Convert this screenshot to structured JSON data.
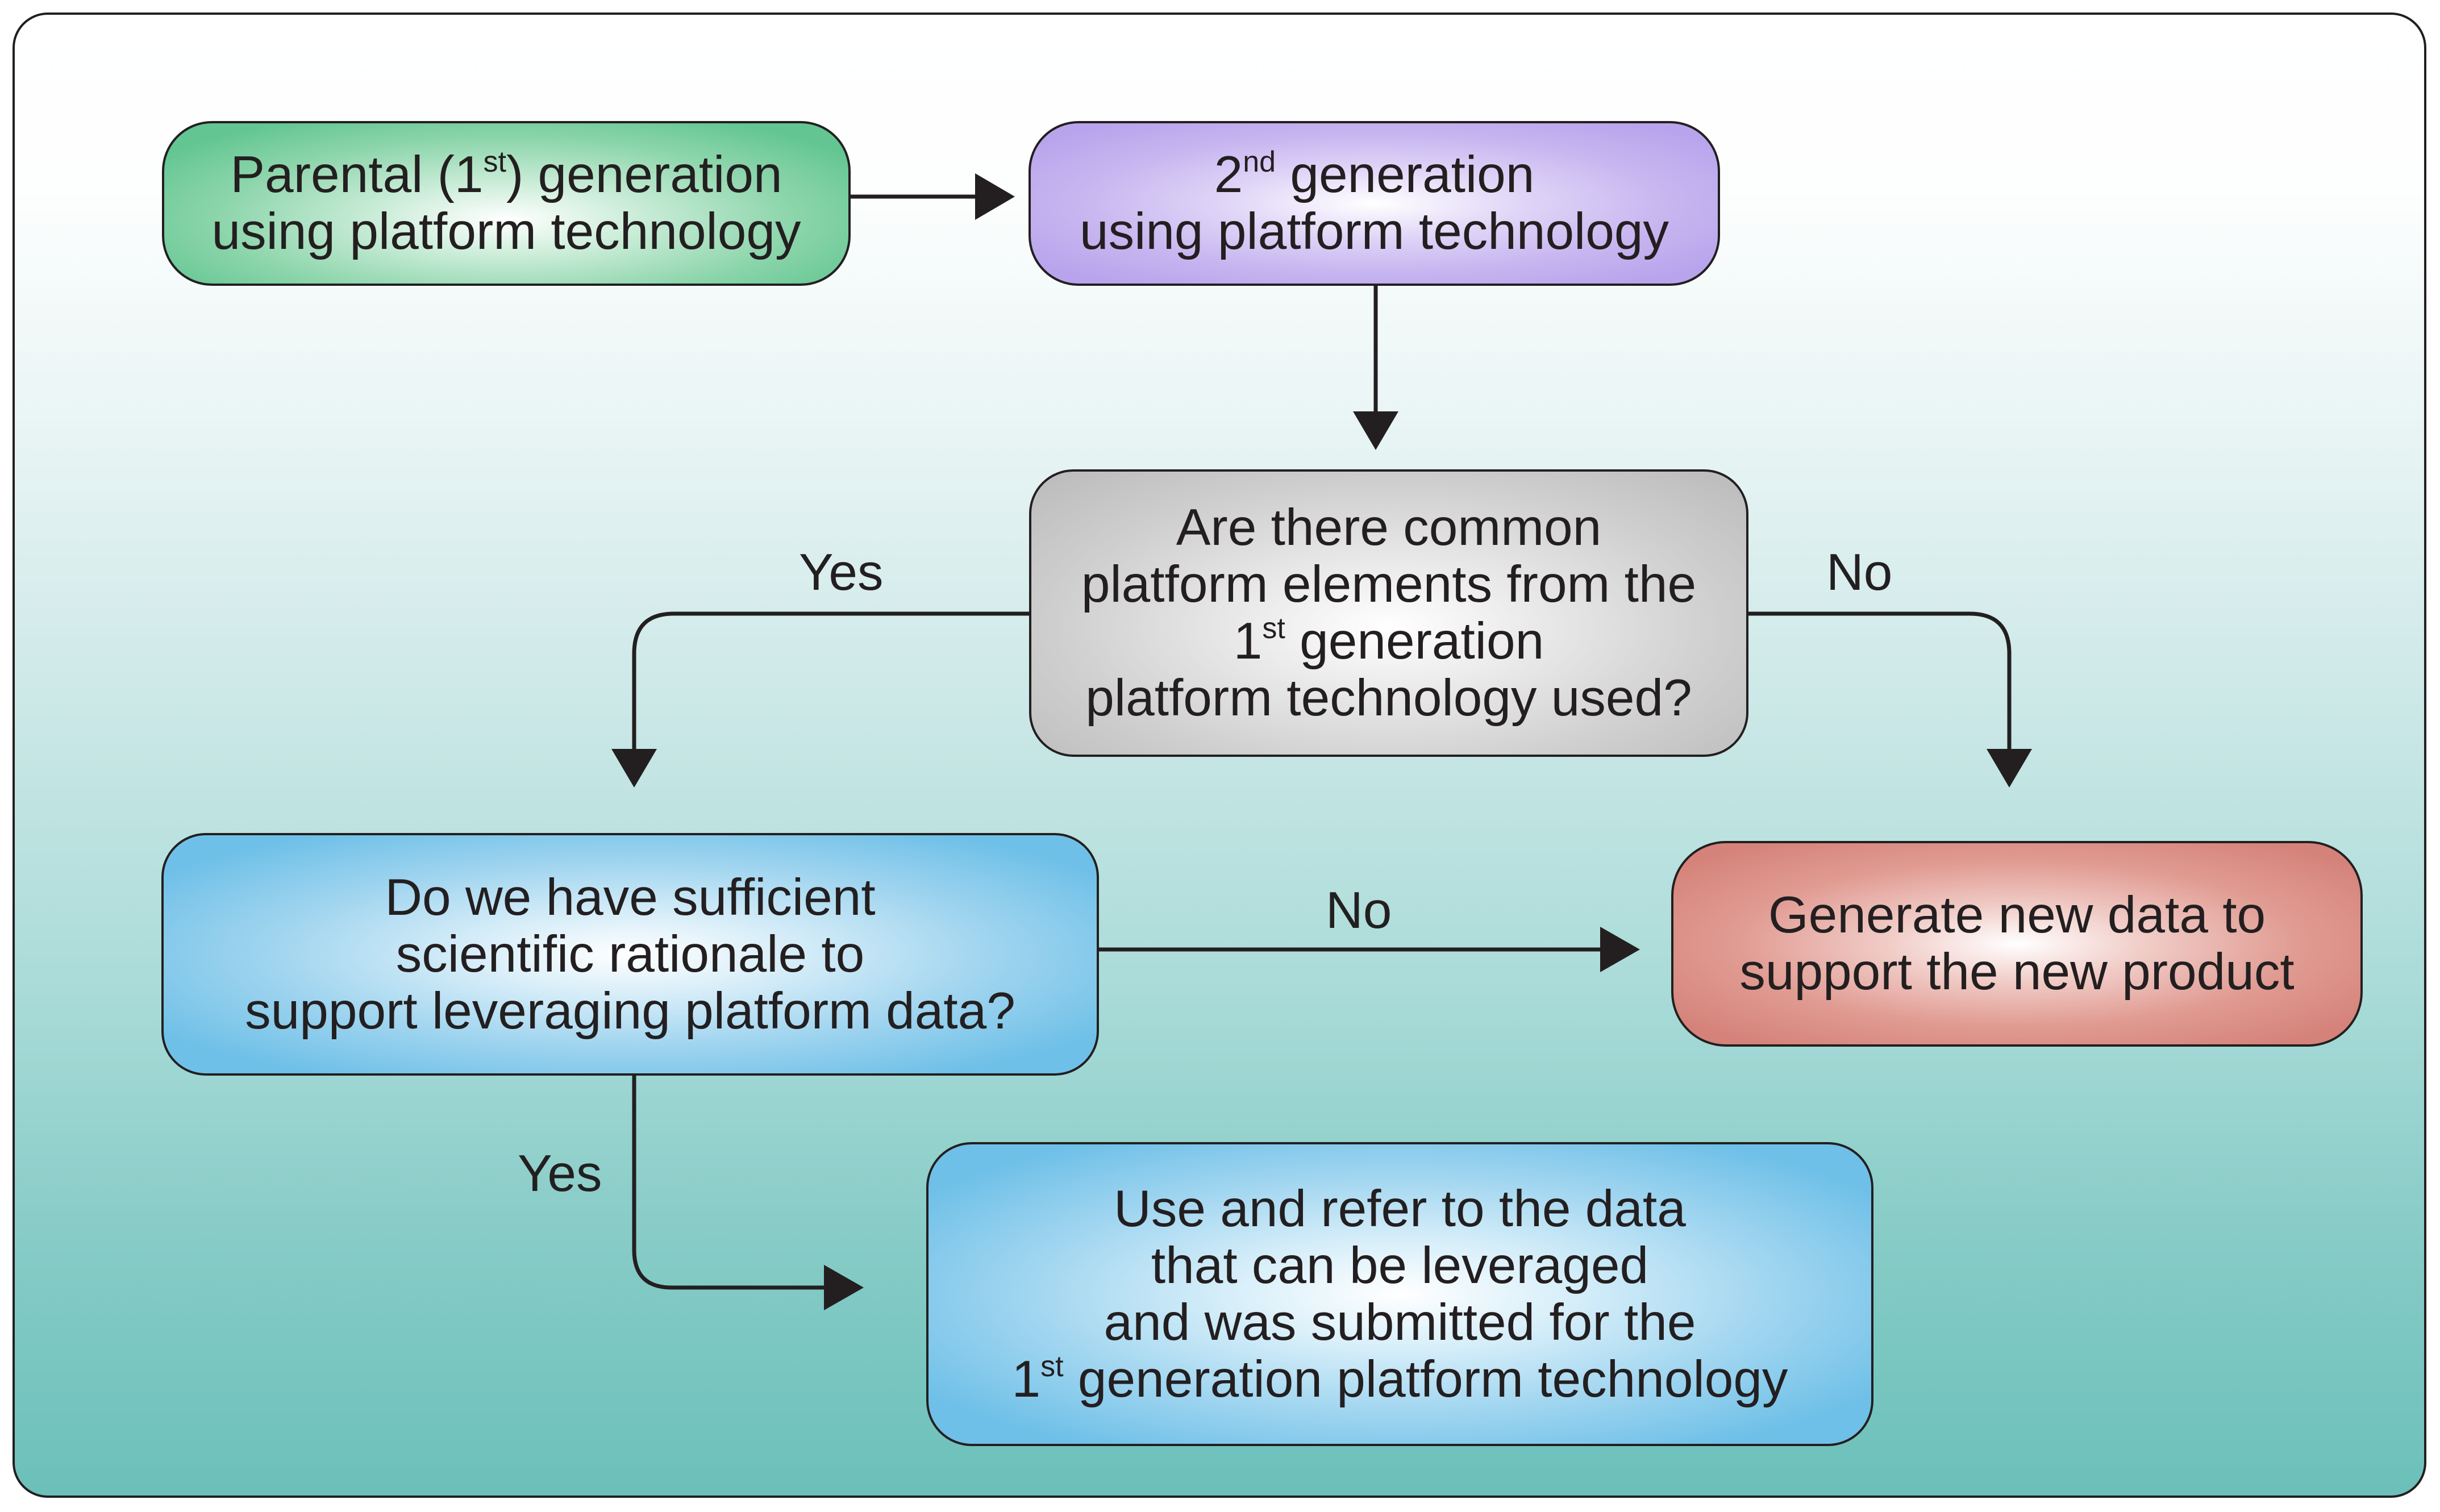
{
  "diagram": {
    "nodes": {
      "parental": {
        "line1_pre": "Parental (1",
        "line1_sup": "st",
        "line1_post": ") generation",
        "line2": "using platform technology",
        "color": "#63c692"
      },
      "second": {
        "line1_pre": "2",
        "line1_sup": "nd",
        "line1_post": " generation",
        "line2": "using platform technology",
        "color": "#b8a4ec"
      },
      "decision_common": {
        "line1": "Are there common",
        "line2": "platform elements from the",
        "line3_pre": "1",
        "line3_sup": "st",
        "line3_post": " generation",
        "line4": "platform technology used?",
        "color": "#bdbdbd"
      },
      "decision_rationale": {
        "line1": "Do we have sufficient",
        "line2": "scientific rationale to",
        "line3": "support leveraging platform data?",
        "color": "#6fc0e8"
      },
      "generate": {
        "line1": "Generate new data to",
        "line2": "support the new product",
        "color": "#d5837a"
      },
      "use_refer": {
        "line1": "Use and refer to the data",
        "line2": "that can be leveraged",
        "line3": "and was submitted for the",
        "line4_pre": "1",
        "line4_sup": "st",
        "line4_post": " generation platform technology",
        "color": "#6fc0e8"
      }
    },
    "edge_labels": {
      "yes_left": "Yes",
      "no_right": "No",
      "no_middle": "No",
      "yes_bottom": "Yes"
    },
    "colors": {
      "stroke": "#231f20",
      "background_top": "#ffffff",
      "background_bottom": "#6cc0ba"
    }
  }
}
